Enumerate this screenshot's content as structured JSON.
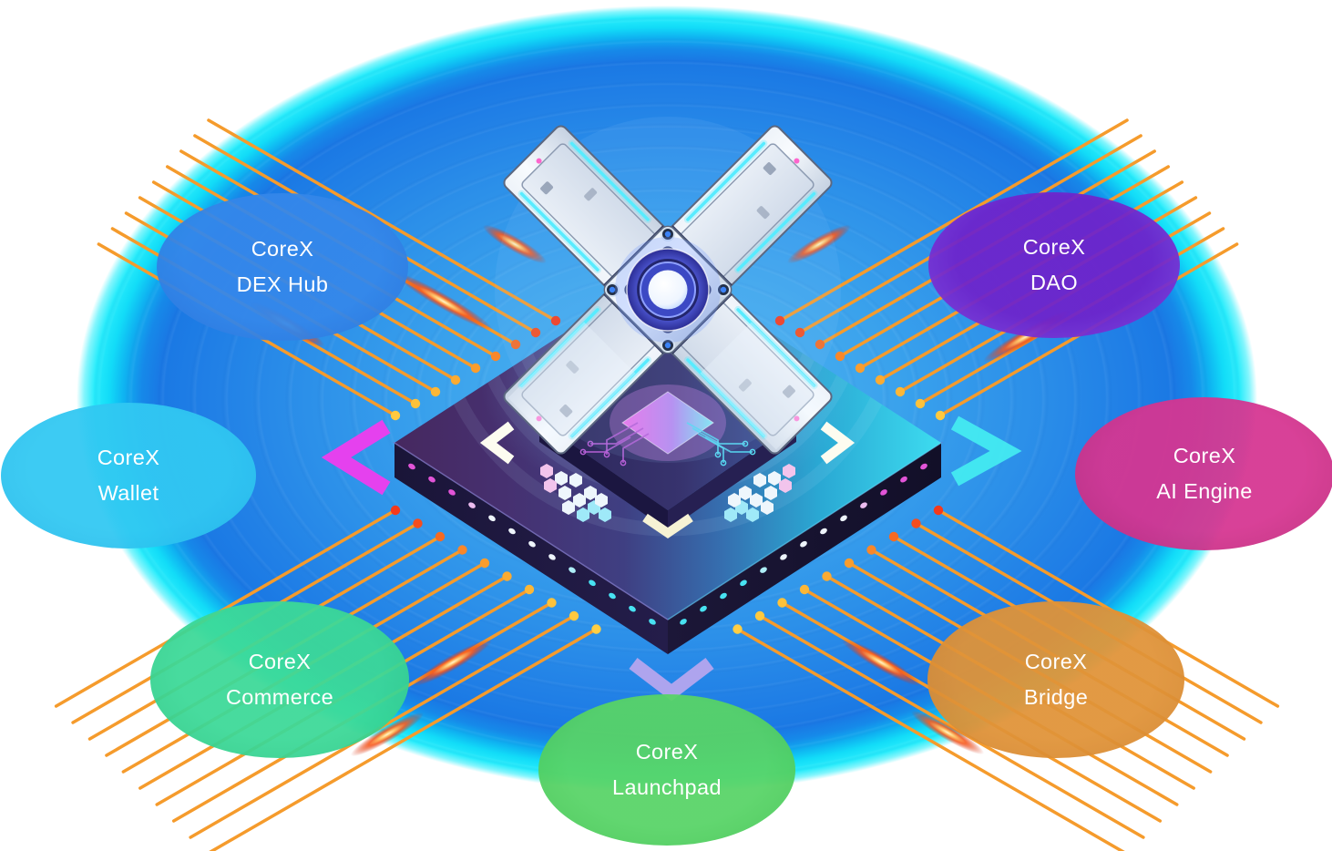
{
  "nodes": [
    {
      "id": "dex-hub",
      "line1": "CoreX",
      "line2": "DEX Hub",
      "inner": "#3487ea",
      "outer": "#2a74da"
    },
    {
      "id": "dao",
      "line1": "CoreX",
      "line2": "DAO",
      "inner": "#6e23cb",
      "outer": "#8545de"
    },
    {
      "id": "wallet",
      "line1": "CoreX",
      "line2": "Wallet",
      "inner": "#31c8f2",
      "outer": "#27b9ea"
    },
    {
      "id": "ai-engine",
      "line1": "CoreX",
      "line2": "AI Engine",
      "inner": "#d63591",
      "outer": "#bd2b7b"
    },
    {
      "id": "commerce",
      "line1": "CoreX",
      "line2": "Commerce",
      "inner": "#3cd998",
      "outer": "#2fc987"
    },
    {
      "id": "bridge",
      "line1": "CoreX",
      "line2": "Bridge",
      "inner": "#e09338",
      "outer": "#d3842d"
    },
    {
      "id": "launchpad",
      "line1": "CoreX",
      "line2": "Launchpad",
      "inner": "#58d467",
      "outer": "#46c655"
    }
  ],
  "palette": {
    "glow_edge_cyan": "#19e9f9",
    "glow_mid_blue": "#2f9dec",
    "trace_orange": "#f59b2c",
    "pad_red": "#f53a1c",
    "pad_yellow": "#ffc93f",
    "flare_red": "#f4551f",
    "chevron_magenta": "#e541ee",
    "chevron_cyan": "#45eef2",
    "chevron_lavender": "#b5a5ee",
    "platform_purple": "#46285f",
    "platform_cyan": "#3ddcf0",
    "core_blue": "#3c49c4",
    "chip_pink": "#ef74ea",
    "chip_cyan": "#83e9f2",
    "text": "#ffffff"
  }
}
